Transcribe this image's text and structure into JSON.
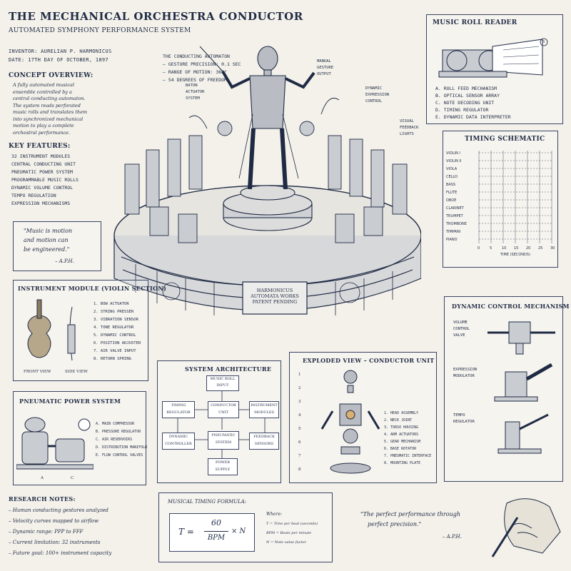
{
  "header": {
    "title": "THE MECHANICAL ORCHESTRA CONDUCTOR",
    "subtitle": "AUTOMATED SYMPHONY PERFORMANCE SYSTEM",
    "inventor": "INVENTOR: AURELIAN P. HARMONICUS",
    "date": "DATE: 17TH DAY OF OCTOBER, 1897"
  },
  "concept": {
    "heading": "CONCEPT OVERVIEW:",
    "lines": [
      "A fully automated musical",
      "ensemble controlled by a",
      "central conducting automaton.",
      "The system reads perforated",
      "music rolls and translates them",
      "into synchronized mechanical",
      "motion to play a complete",
      "orchestral performance."
    ]
  },
  "features": {
    "heading": "KEY FEATURES:",
    "items": [
      "32 INSTRUMENT MODULES",
      "CENTRAL CONDUCTING UNIT",
      "PNEUMATIC POWER SYSTEM",
      "PROGRAMMABLE MUSIC ROLLS",
      "DYNAMIC VOLUME CONTROL",
      "TEMPO REGULATION",
      "EXPRESSION MECHANISMS"
    ]
  },
  "quote1": {
    "lines": [
      "\"Music is motion",
      "and motion can",
      "be engineered.\""
    ],
    "author": "– A.P.H."
  },
  "automaton_callouts": {
    "conducting_head": "THE CONDUCTING AUTOMATON",
    "specs": [
      "– GESTURE PRECISION: 0.1 SEC",
      "– RANGE OF MOTION: 360°",
      "– 54 DEGREES OF FREEDOM"
    ],
    "manual": [
      "MANUAL",
      "GESTURE",
      "OUTPUT"
    ],
    "baton": [
      "BATON",
      "ACTUATOR",
      "SYSTEM"
    ],
    "expression": [
      "DYNAMIC",
      "EXPRESSION",
      "CONTROL"
    ],
    "feedback": [
      "VISUAL",
      "FEEDBACK",
      "LIGHTS"
    ],
    "plaque": [
      "HARMONICUS",
      "AUTOMATA WORKS",
      "PATENT PENDING"
    ]
  },
  "music_roll": {
    "heading": "MUSIC ROLL READER",
    "badge": "B",
    "items": [
      "A. ROLL FEED MECHANISM",
      "B. OPTICAL SENSOR ARRAY",
      "C. NOTE DECODING UNIT",
      "D. TIMING REGULATOR",
      "E. DYNAMIC DATA INTERPRETER"
    ]
  },
  "timing_schematic": {
    "heading": "TIMING SCHEMATIC",
    "instruments": [
      "VIOLIN I",
      "VIOLIN II",
      "VIOLA",
      "CELLO",
      "BASS",
      "FLUTE",
      "OBOE",
      "CLARINET",
      "TRUMPET",
      "TROMBONE",
      "TIMPANI",
      "PIANO"
    ],
    "xticks": [
      "0",
      "5",
      "10",
      "15",
      "20",
      "25",
      "30"
    ],
    "xlabel": "TIME (SECONDS)"
  },
  "instrument_module": {
    "heading": "INSTRUMENT MODULE (VIOLIN SECTION)",
    "items": [
      "1. BOW ACTUATOR",
      "2. STRING PRESSER",
      "3. VIBRATION SENSOR",
      "4. TONE REGULATOR",
      "5. DYNAMIC CONTROL",
      "6. POSITION ADJUSTER",
      "7. AIR VALVE INPUT",
      "8. RETURN SPRING"
    ],
    "front": "FRONT VIEW",
    "side": "SIDE VIEW"
  },
  "architecture": {
    "heading": "SYSTEM ARCHITECTURE",
    "nodes": {
      "roll": [
        "MUSIC ROLL",
        "INPUT"
      ],
      "timing": [
        "TIMING",
        "REGULATOR"
      ],
      "conductor": [
        "CONDUCTOR",
        "UNIT"
      ],
      "instrument": [
        "INSTRUMENT",
        "MODULES"
      ],
      "dynamic": [
        "DYNAMIC",
        "CONTROLLER"
      ],
      "pneumatic": [
        "PNEUMATIC",
        "SYSTEM"
      ],
      "feedback": [
        "FEEDBACK",
        "SENSORS"
      ],
      "power": [
        "POWER",
        "SUPPLY"
      ]
    }
  },
  "exploded": {
    "heading": "EXPLODED VIEW – CONDUCTOR UNIT",
    "numbers": [
      "1",
      "2",
      "3",
      "4",
      "5",
      "6",
      "7",
      "8"
    ],
    "items": [
      "1. HEAD ASSEMBLY",
      "2. NECK JOINT",
      "3. TORSO HOUSING",
      "4. ARM ACTUATORS",
      "5. GEAR MECHANISM",
      "6. BASE ROTATOR",
      "7. PNEUMATIC INTERFACE",
      "8. MOUNTING PLATE"
    ]
  },
  "dynamic_control": {
    "heading": "DYNAMIC CONTROL MECHANISM",
    "volume": [
      "VOLUME",
      "CONTROL",
      "VALVE"
    ],
    "expression": [
      "EXPRESSION",
      "MODULATOR"
    ],
    "tempo": [
      "TEMPO",
      "REGULATOR"
    ]
  },
  "pneumatic": {
    "heading": "PNEUMATIC POWER SYSTEM",
    "items": [
      "A. MAIN COMPRESSOR",
      "B. PRESSURE REGULATOR",
      "C. AIR RESERVOIRS",
      "D. DISTRIBUTION MANIFOLD",
      "E. FLOW CONTROL VALVES"
    ],
    "label_a": "A",
    "label_c": "C"
  },
  "research": {
    "heading": "RESEARCH NOTES:",
    "items": [
      "– Human conducting gestures analyzed",
      "– Velocity curves mapped to airflow",
      "– Dynamic range: PPP to FFF",
      "– Current limitation: 32 instruments",
      "– Future goal: 100+ instrument capacity"
    ]
  },
  "formula": {
    "heading": "MUSICAL TIMING FORMULA:",
    "lhs": "T =",
    "numerator": "60",
    "denominator": "BPM",
    "rhs": "× N",
    "where": "Where:",
    "defs": [
      "T = Time per beat (seconds)",
      "BPM = Beats per minute",
      "N = Note value factor"
    ]
  },
  "quote2": {
    "lines": [
      "\"The perfect performance through",
      "perfect precision.\""
    ],
    "author": "– A.P.H."
  },
  "colors": {
    "ink": "#1f2a44",
    "paper": "#f3f1ea",
    "metal": "#8b929c"
  }
}
